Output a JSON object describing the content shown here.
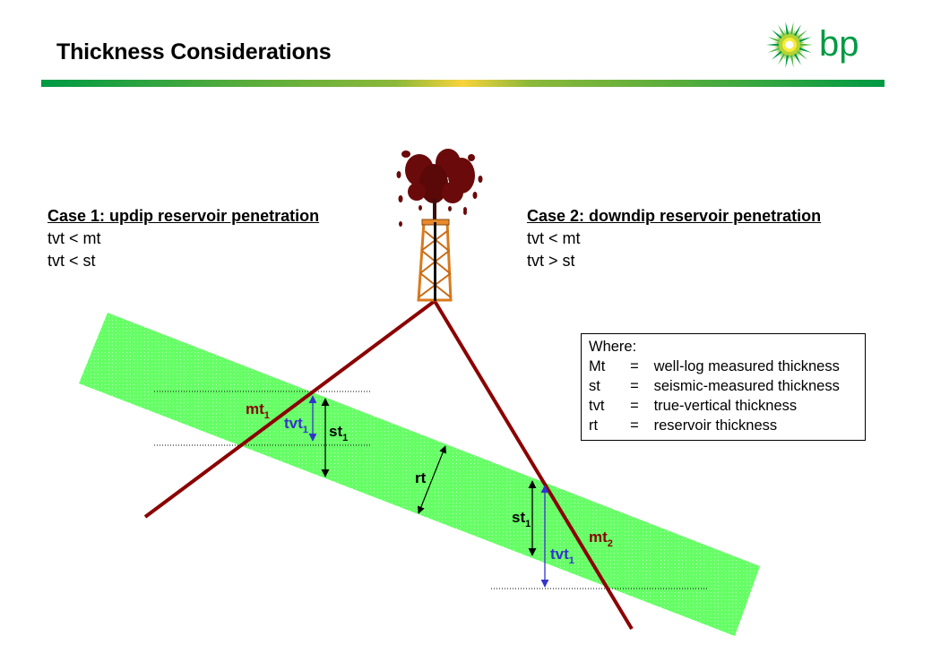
{
  "title": "Thickness Considerations",
  "logo": {
    "text": "bp",
    "name": "bp-helios-logo"
  },
  "colors": {
    "reservoir": "#66ff66",
    "well": "#8b0000",
    "tvt": "#3333cc",
    "black": "#000000",
    "rig_orange": "#d97a1c",
    "oil": "#6b0a0a",
    "brand_green": "#009a44",
    "brand_yellow": "#f7d33b"
  },
  "case1": {
    "heading": "Case 1: updip reservoir penetration",
    "lines": [
      "tvt < mt",
      "tvt < st"
    ]
  },
  "case2": {
    "heading": "Case 2: downdip reservoir penetration",
    "lines": [
      "tvt < mt",
      "tvt > st"
    ]
  },
  "legend": {
    "heading": "Where:",
    "rows": [
      {
        "symbol": "Mt",
        "eq": "=",
        "meaning": "well-log measured thickness"
      },
      {
        "symbol": "st",
        "eq": "=",
        "meaning": "seismic-measured thickness"
      },
      {
        "symbol": "tvt",
        "eq": "=",
        "meaning": "true-vertical thickness"
      },
      {
        "symbol": "rt",
        "eq": "=",
        "meaning": "reservoir thickness"
      }
    ]
  },
  "labels": {
    "mt1": {
      "base": "mt",
      "sub": "1"
    },
    "tvt1_left": {
      "base": "tvt",
      "sub": "1"
    },
    "st1_left": {
      "base": "st",
      "sub": "1"
    },
    "rt": {
      "base": "rt"
    },
    "st1_right": {
      "base": "st",
      "sub": "1"
    },
    "tvt1_right": {
      "base": "tvt",
      "sub": "1"
    },
    "mt2": {
      "base": "mt",
      "sub": "2"
    }
  }
}
